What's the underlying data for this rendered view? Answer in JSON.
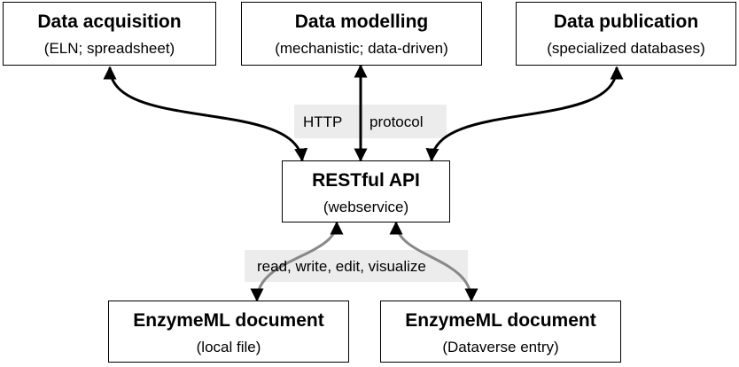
{
  "boxes": {
    "acquisition": {
      "title": "Data acquisition",
      "subtitle": "(ELN; spreadsheet)"
    },
    "modelling": {
      "title": "Data modelling",
      "subtitle": "(mechanistic; data-driven)"
    },
    "publication": {
      "title": "Data publication",
      "subtitle": "(specialized databases)"
    },
    "api": {
      "title": "RESTful API",
      "subtitle": "(webservice)"
    },
    "local_doc": {
      "title": "EnzymeML document",
      "subtitle": "(local file)"
    },
    "dataverse_doc": {
      "title": "EnzymeML document",
      "subtitle": "(Dataverse entry)"
    }
  },
  "labels": {
    "http": "HTTP",
    "protocol": "protocol",
    "operations": "read, write, edit, visualize"
  },
  "colors": {
    "arrow_dark": "#000000",
    "arrow_gray": "#888888",
    "label_background": "#ececec"
  }
}
